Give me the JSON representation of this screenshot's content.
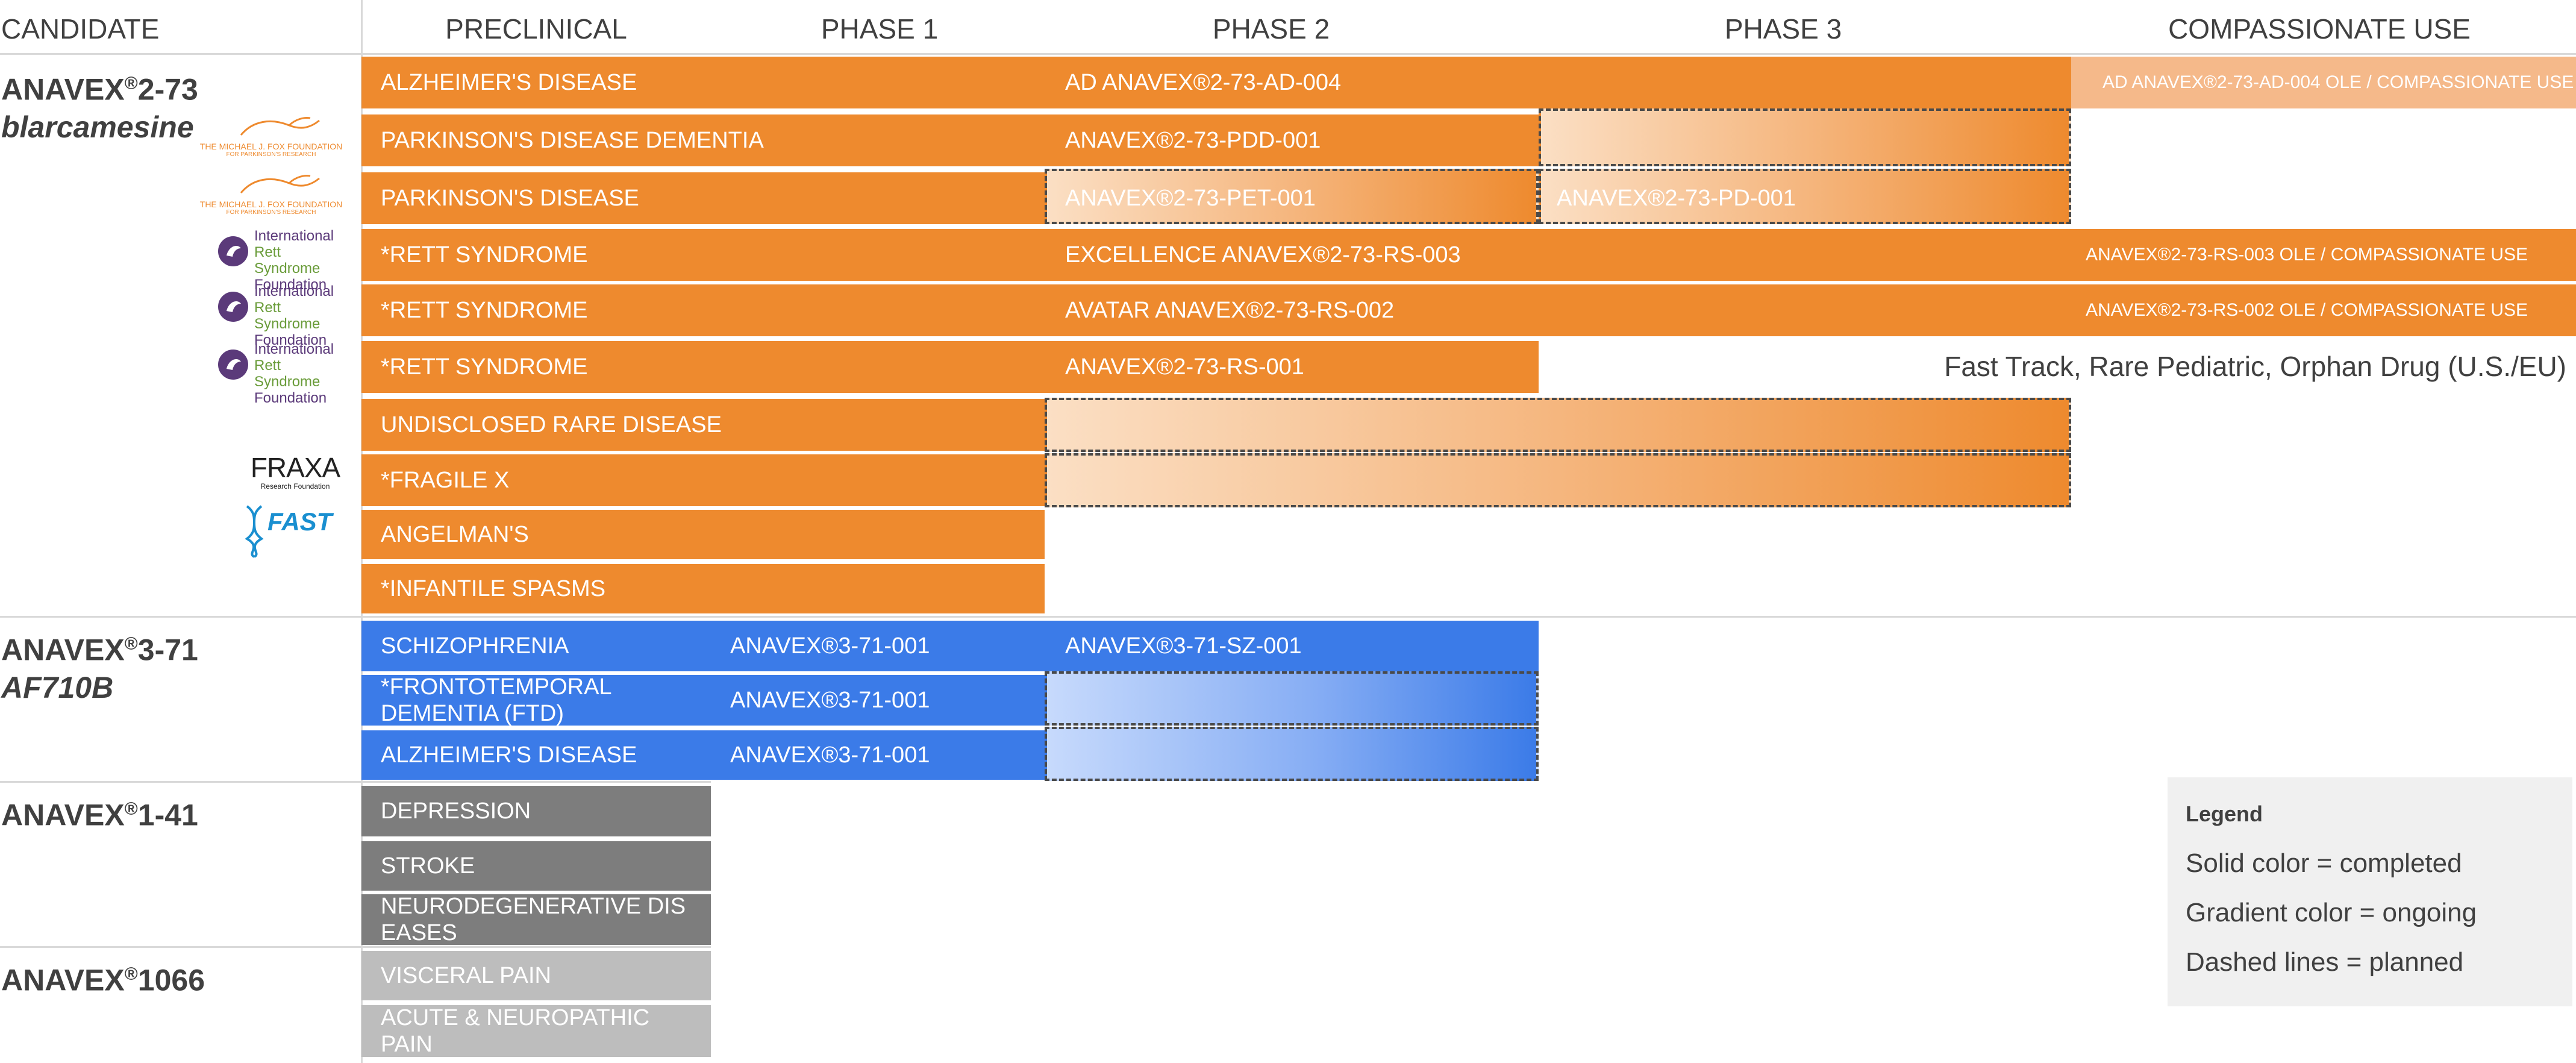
{
  "headers": {
    "candidate": "CANDIDATE",
    "preclinical": "PRECLINICAL",
    "phase1": "PHASE 1",
    "phase2": "PHASE 2",
    "phase3": "PHASE 3",
    "compassionate": "COMPASSIONATE USE"
  },
  "candidates": {
    "c1": {
      "name": "ANAVEX",
      "reg": "®",
      "code": "2-73",
      "sub": "blarcamesine"
    },
    "c2": {
      "name": "ANAVEX",
      "reg": "®",
      "code": "3-71",
      "sub": "AF710B"
    },
    "c3": {
      "name": "ANAVEX",
      "reg": "®",
      "code": "1-41"
    },
    "c4": {
      "name": "ANAVEX",
      "reg": "®",
      "code": "1066"
    }
  },
  "indications": {
    "alzheimers_273": "ALZHEIMER'S DISEASE",
    "pdd": "PARKINSON'S DISEASE DEMENTIA",
    "pd": "PARKINSON'S DISEASE",
    "rett1": "*RETT SYNDROME",
    "rett2": "*RETT SYNDROME",
    "rett3": "*RETT SYNDROME",
    "undisclosed": "UNDISCLOSED RARE DISEASE",
    "fragile_x": "*FRAGILE X",
    "angelman": "ANGELMAN'S",
    "infantile": "*INFANTILE SPASMS",
    "schizophrenia": "SCHIZOPHRENIA",
    "ftd": "*FRONTOTEMPORAL DEMENTIA (FTD)",
    "alzheimers_371": "ALZHEIMER'S DISEASE",
    "depression": "DEPRESSION",
    "stroke": "STROKE",
    "neurodegenerative": "NEURODEGENERATIVE  DIS EASES",
    "visceral": "VISCERAL PAIN",
    "acute": "ACUTE & NEUROPATHIC PAIN"
  },
  "trials": {
    "ad004": "AD ANAVEX®2-73-AD-004",
    "ad004_ole": "AD ANAVEX®2-73-AD-004 OLE / COMPASSIONATE USE",
    "pdd001": "ANAVEX®2-73-PDD-001",
    "pet001": "ANAVEX®2-73-PET-001",
    "pd001": "ANAVEX®2-73-PD-001",
    "rs003": "EXCELLENCE ANAVEX®2-73-RS-003",
    "rs003_ole": "ANAVEX®2-73-RS-003 OLE / COMPASSIONATE USE",
    "rs002": "AVATAR ANAVEX®2-73-RS-002",
    "rs002_ole": "ANAVEX®2-73-RS-002 OLE / COMPASSIONATE USE",
    "rs001": "ANAVEX®2-73-RS-001",
    "a371_001_sz": "ANAVEX®3-71-001",
    "a371_sz001": "ANAVEX®3-71-SZ-001",
    "a371_001_ftd": "ANAVEX®3-71-001",
    "a371_001_ad": "ANAVEX®3-71-001"
  },
  "note": "Fast Track, Rare Pediatric, Orphan Drug (U.S./EU)",
  "logos": {
    "mjff_line1": "THE MICHAEL J. FOX FOUNDATION",
    "mjff_line2": "FOR PARKINSON'S RESEARCH",
    "irsf_line1": "International",
    "irsf_line2": "Rett Syndrome",
    "irsf_line3": "Foundation",
    "fraxa_main": "FRAXA",
    "fraxa_sub": "Research Foundation",
    "fast_main": "FAST"
  },
  "legend": {
    "title": "Legend",
    "solid": "Solid color = completed",
    "gradient": "Gradient color = ongoing",
    "dashed": "Dashed lines = planned"
  },
  "colors": {
    "orange": "#ee8a2e",
    "orange_light": "#f5b98a",
    "blue": "#3b7be8",
    "gray": "#7d7d7d",
    "light_gray": "#bdbdbd",
    "header_text": "#404040"
  }
}
